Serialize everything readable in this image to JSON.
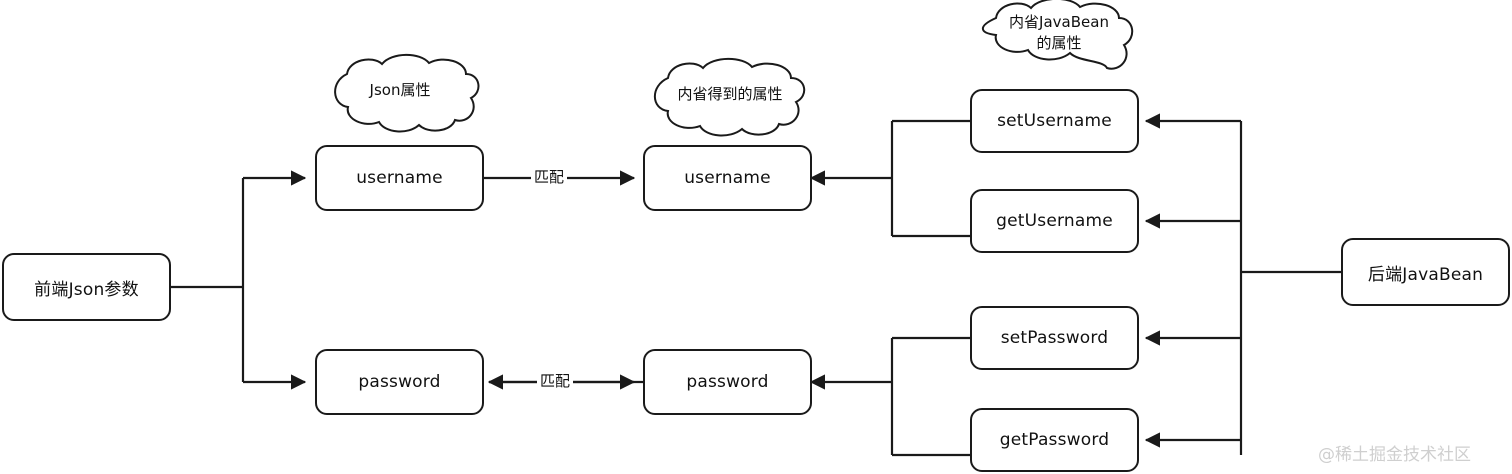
{
  "diagram": {
    "title": "JavaBean introspection property mapping",
    "colors": {
      "stroke": "#1a1a1a",
      "background": "#ffffff",
      "text": "#111111",
      "watermark": "#cfcfcf"
    },
    "nodes": {
      "frontend_json": "前端Json参数",
      "json_username": "username",
      "json_password": "password",
      "introspected_username": "username",
      "introspected_password": "password",
      "set_username": "setUsername",
      "get_username": "getUsername",
      "set_password": "setPassword",
      "get_password": "getPassword",
      "backend_javabean": "后端JavaBean"
    },
    "clouds": {
      "json_property": "Json属性",
      "introspected_property": "内省得到的属性",
      "javabean_property_line1": "内省JavaBean",
      "javabean_property_line2": "的属性"
    },
    "edge_labels": {
      "match_username": "匹配",
      "match_password": "匹配"
    },
    "watermark": "@稀土掘金技术社区"
  }
}
